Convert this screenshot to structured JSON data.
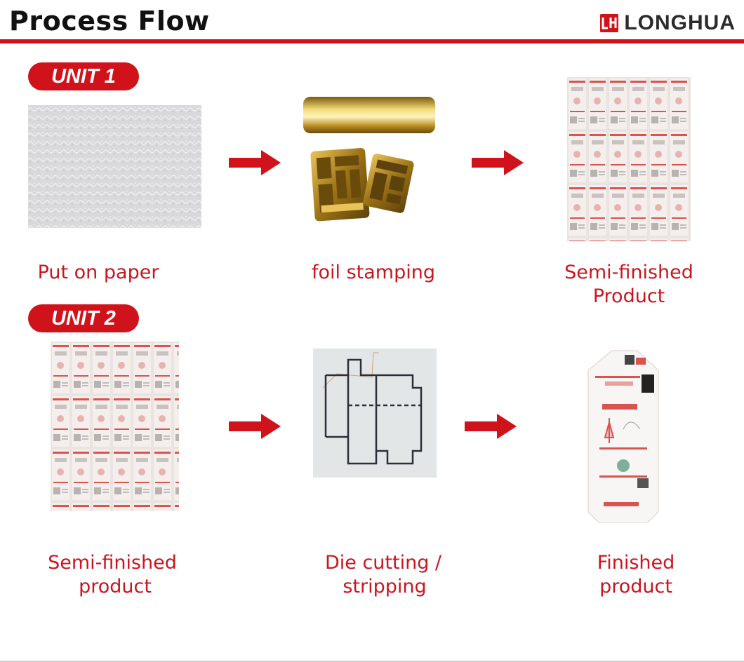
{
  "header": {
    "title": "Process Flow",
    "logo_text": "LONGHUA",
    "logo_icon": "lh-logo-icon",
    "accent_color": "#d0121b"
  },
  "units": [
    {
      "label": "UNIT 1",
      "steps": [
        {
          "caption": "Put on paper",
          "image": "paper-sheet-image"
        },
        {
          "caption": "foil stamping",
          "image": "foil-roll-and-stamping-dies-image"
        },
        {
          "caption_line1": "Semi-finished",
          "caption_line2": "Product",
          "image": "printed-sheet-image"
        }
      ]
    },
    {
      "label": "UNIT 2",
      "steps": [
        {
          "caption_line1": "Semi-finished",
          "caption_line2": "product",
          "image": "printed-sheet-image"
        },
        {
          "caption_line1": "Die cutting /",
          "caption_line2": "stripping",
          "image": "die-cut-board-image"
        },
        {
          "caption_line1": "Finished",
          "caption_line2": "product",
          "image": "unfolded-box-image"
        }
      ]
    }
  ]
}
